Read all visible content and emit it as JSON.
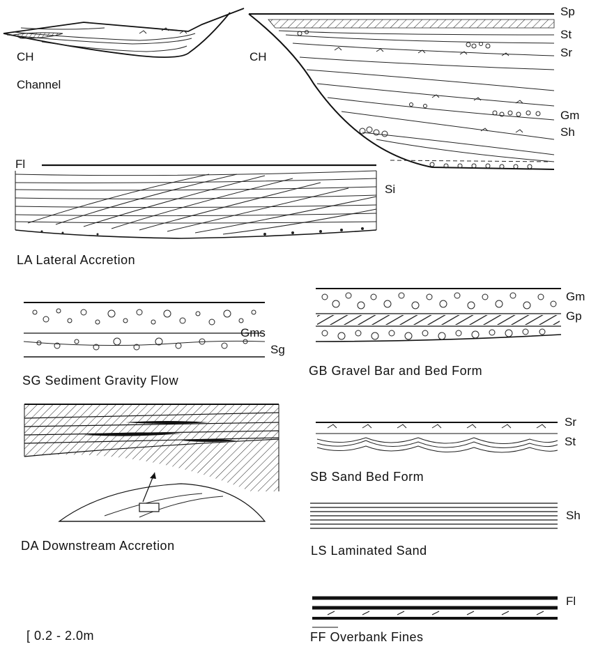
{
  "channel": {
    "label_left": "CH",
    "label_right": "CH",
    "name": "Channel",
    "codes": [
      "Sp",
      "St",
      "Sr",
      "Gm",
      "Sh"
    ]
  },
  "lateral_accretion": {
    "top_code": "Fl",
    "side_code": "Si",
    "caption": "LA Lateral Accretion"
  },
  "sediment_gravity_flow": {
    "codes": [
      "Gms",
      "Sg"
    ],
    "caption": "SG Sediment Gravity Flow"
  },
  "gravel_bar": {
    "codes": [
      "Gm",
      "Gp"
    ],
    "caption": "GB Gravel Bar and Bed Form"
  },
  "sand_bed_form": {
    "codes": [
      "Sr",
      "St"
    ],
    "caption": "SB Sand Bed Form"
  },
  "downstream_accretion": {
    "caption": "DA Downstream Accretion"
  },
  "laminated_sand": {
    "code": "Sh",
    "caption": "LS Laminated Sand"
  },
  "overbank_fines": {
    "code": "Fl",
    "caption": "FF Overbank Fines"
  },
  "scale": {
    "text": "[ 0.2 - 2.0m"
  }
}
